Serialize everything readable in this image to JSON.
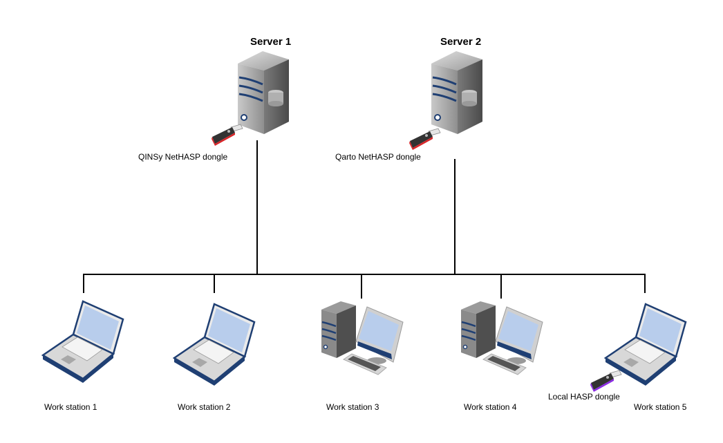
{
  "diagram": {
    "servers": [
      {
        "id": "server-1",
        "title": "Server 1",
        "dongle": {
          "label": "QINSy NetHASP dongle",
          "color": "#d8262a"
        }
      },
      {
        "id": "server-2",
        "title": "Server 2",
        "dongle": {
          "label": "Qarto NetHASP dongle",
          "color": "#d8262a"
        }
      }
    ],
    "workstations": [
      {
        "id": "ws-1",
        "label": "Work station 1",
        "type": "laptop"
      },
      {
        "id": "ws-2",
        "label": "Work station 2",
        "type": "laptop"
      },
      {
        "id": "ws-3",
        "label": "Work station 3",
        "type": "desktop"
      },
      {
        "id": "ws-4",
        "label": "Work station 4",
        "type": "desktop"
      },
      {
        "id": "ws-5",
        "label": "Work station 5",
        "type": "laptop",
        "dongle": {
          "label": "Local HASP dongle",
          "color": "#8a2be2"
        }
      }
    ],
    "connections": [
      {
        "from": "server-1",
        "to": "bus"
      },
      {
        "from": "server-2",
        "to": "bus"
      },
      {
        "from": "bus",
        "to": "ws-1"
      },
      {
        "from": "bus",
        "to": "ws-2"
      },
      {
        "from": "bus",
        "to": "ws-3"
      },
      {
        "from": "bus",
        "to": "ws-4"
      },
      {
        "from": "bus",
        "to": "ws-5"
      }
    ],
    "colors": {
      "line": "#000000",
      "accent_blue": "#1f3f73",
      "screen": "#b8cdec"
    }
  }
}
